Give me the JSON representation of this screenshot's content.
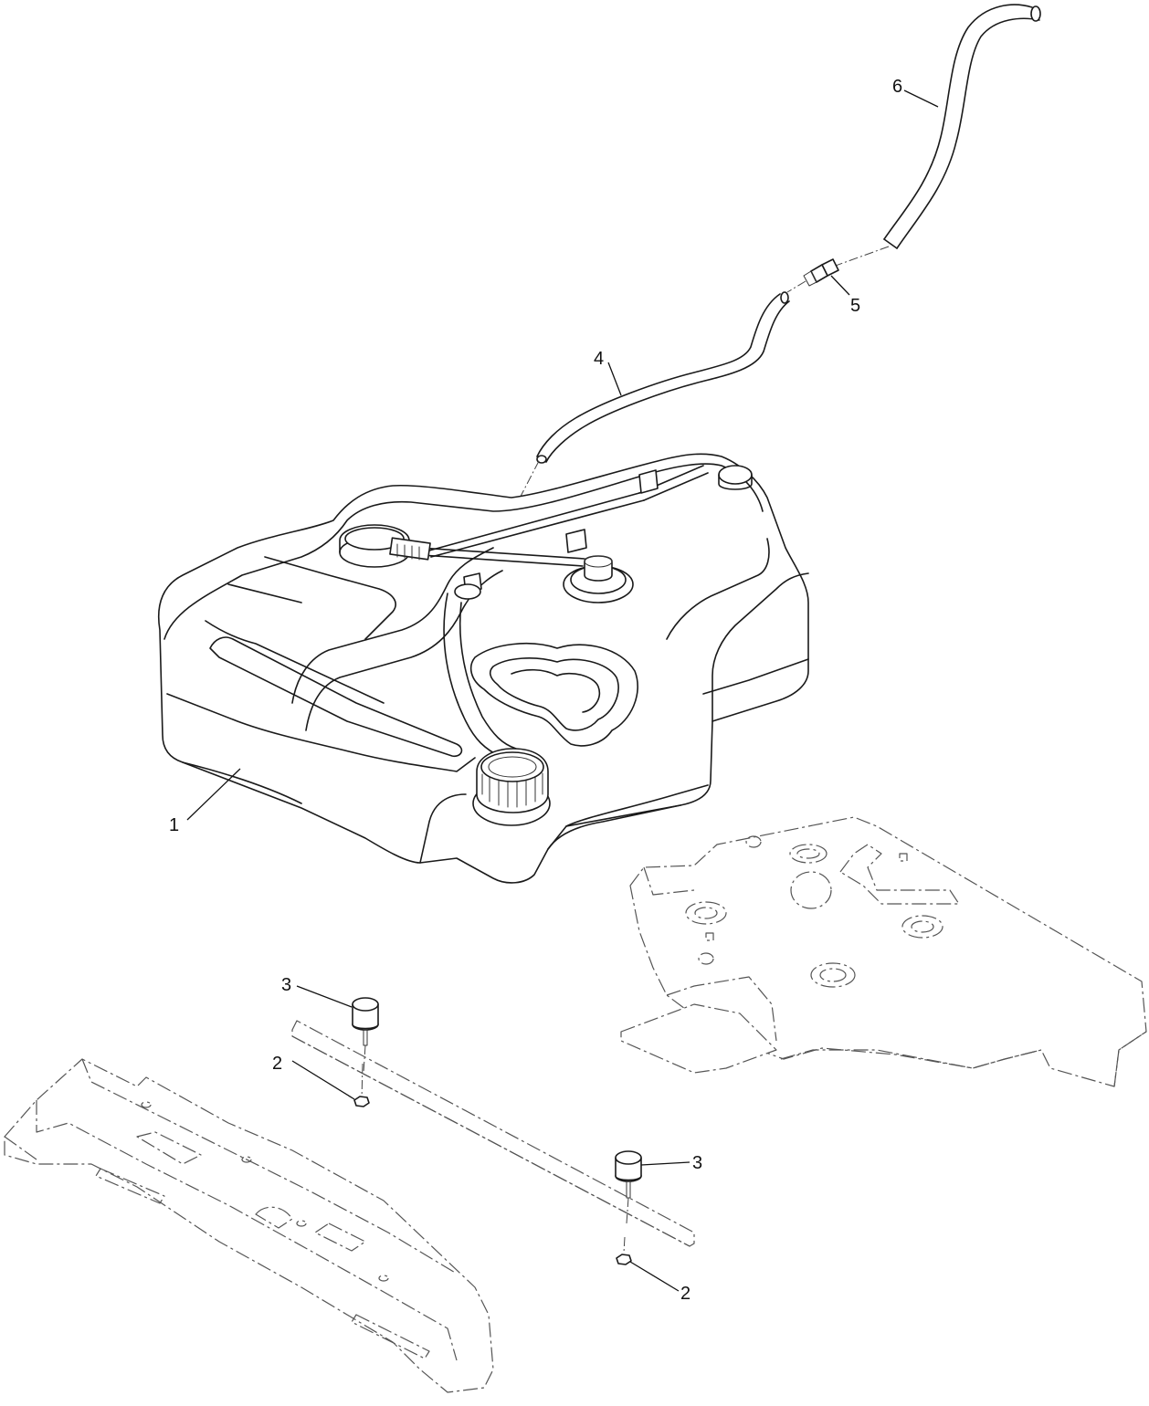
{
  "callouts": {
    "c1": "1",
    "c2a": "2",
    "c2b": "2",
    "c3a": "3",
    "c3b": "3",
    "c4": "4",
    "c5": "5",
    "c6": "6"
  }
}
